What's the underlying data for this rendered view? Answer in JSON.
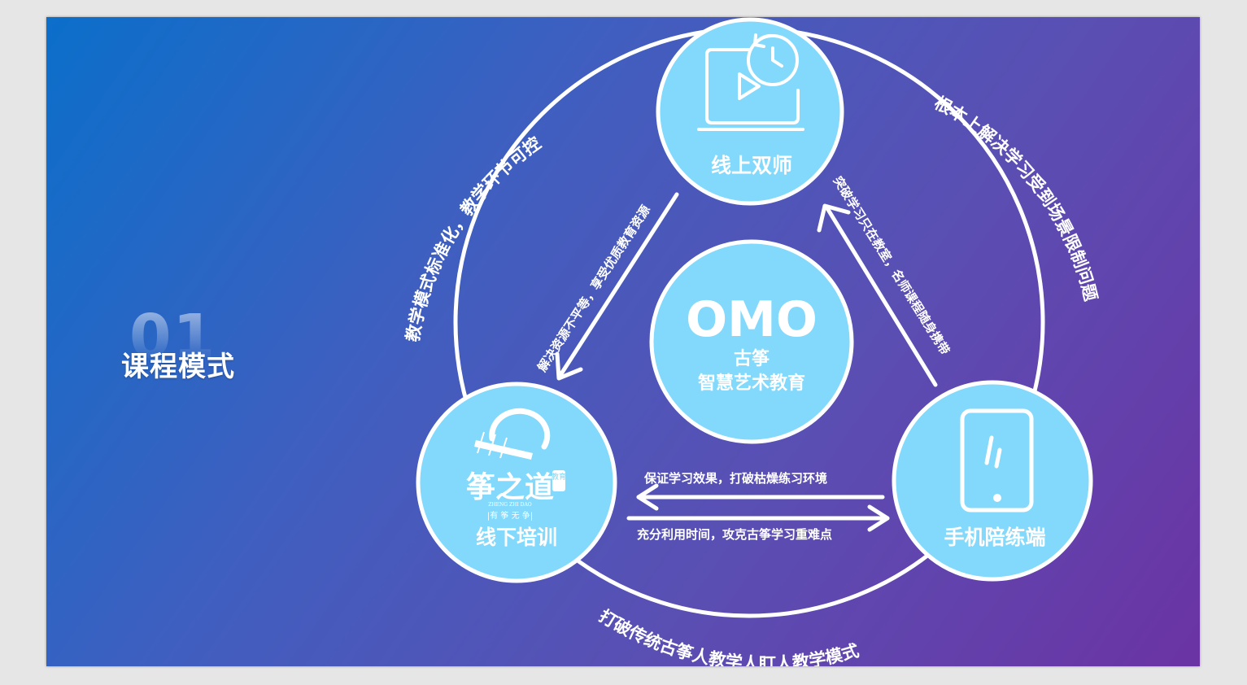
{
  "section": {
    "number": "01",
    "title": "课程模式"
  },
  "center": {
    "title": "OMO",
    "line1": "古筝",
    "line2": "智慧艺术教育"
  },
  "nodes": {
    "online": {
      "label": "线上双师",
      "icon": "video-lesson-clock-icon"
    },
    "offline": {
      "label": "线下培训",
      "icon": "guzheng-logo",
      "logo_text": "筝之道",
      "logo_pinyin": "ZHENG ZHI DAO",
      "logo_sub": "|有 筝 无 争|",
      "logo_seal": "教育"
    },
    "mobile": {
      "label": "手机陪练端",
      "icon": "tablet-icon"
    }
  },
  "arc_labels": {
    "left": "教学模式标准化，教学环节可控",
    "right": "根本上解决学习受到场景限制问题",
    "bottom": "打破传统古筝人教学人盯人教学模式"
  },
  "arrow_labels": {
    "online_to_offline": "解决资源不平等，享受优质教育资源",
    "mobile_to_online": "突破学习只在教室，名师课程随身携带",
    "mobile_to_offline": "保证学习效果，打破枯燥练习环境",
    "offline_to_mobile": "充分利用时间，攻克古筝学习重难点"
  },
  "colors": {
    "node_fill": "#82d9fb",
    "ring": "#ffffff",
    "gradient_start": "#0b6fca",
    "gradient_end": "#6b33a4"
  }
}
